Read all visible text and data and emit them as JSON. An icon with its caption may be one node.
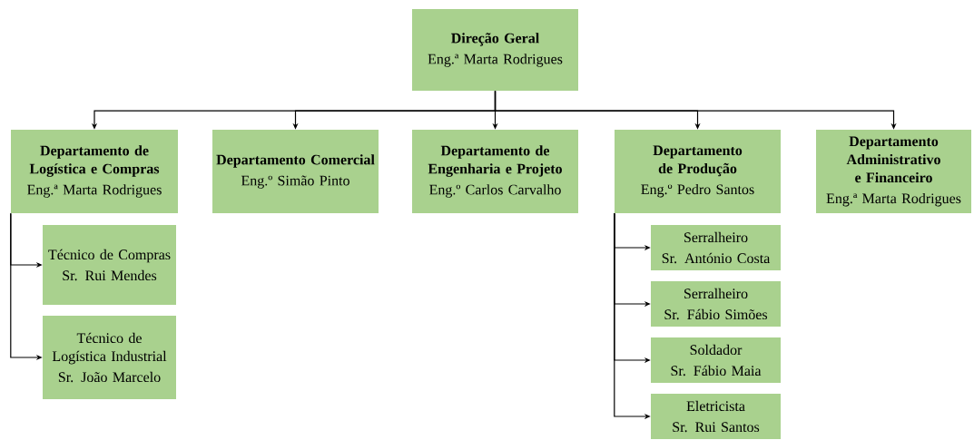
{
  "diagram": {
    "nodes": [
      {
        "text": [
          "Direção Geral",
          "Eng.ª Marta Rodrigues"
        ]
      },
      {
        "text": [
          "Departamento de Logística e Compras",
          "Eng.ª Marta Rodrigues"
        ]
      },
      {
        "text": [
          "Departamento Comercial",
          "Eng.º Simão Pinto"
        ]
      },
      {
        "text": [
          "Departamento de Engenharia e Projeto",
          "Eng.º Carlos Carvalho"
        ]
      },
      {
        "text": [
          "Departamento de Produção",
          "Eng.º Pedro Santos"
        ]
      },
      {
        "text": [
          "Departamento Administrativo e Financeiro",
          "Eng.ª Marta Rodrigues"
        ]
      },
      {
        "text": [
          "Técnico de Compras",
          "Sr. Rui Mendes"
        ]
      },
      {
        "text": [
          "Técnico de Logística Industrial",
          "Sr. João Marcelo"
        ]
      },
      {
        "text": [
          "Serralheiro",
          "Sr. António Costa"
        ]
      },
      {
        "text": [
          "Serralheiro",
          "Sr. Fábio Simões"
        ]
      },
      {
        "text": [
          "Soldador",
          "Sr. Fábio Maia"
        ]
      },
      {
        "text": [
          "Eletricista",
          "Sr. Rui Santos"
        ]
      }
    ],
    "edges": [
      {
        "from": 0,
        "to": 1,
        "arrow": "to"
      },
      {
        "from": 0,
        "to": 2,
        "arrow": "to"
      },
      {
        "from": 0,
        "to": 3,
        "arrow": "to"
      },
      {
        "from": 0,
        "to": 4,
        "arrow": "to"
      },
      {
        "from": 0,
        "to": 5,
        "arrow": "to"
      },
      {
        "from": 1,
        "to": 6,
        "arrow": "to"
      },
      {
        "from": 1,
        "to": 7,
        "arrow": "to"
      },
      {
        "from": 4,
        "to": 8,
        "arrow": "to"
      },
      {
        "from": 4,
        "to": 9,
        "arrow": "to"
      },
      {
        "from": 4,
        "to": 10,
        "arrow": "to"
      },
      {
        "from": 4,
        "to": 11,
        "arrow": "to"
      }
    ]
  }
}
